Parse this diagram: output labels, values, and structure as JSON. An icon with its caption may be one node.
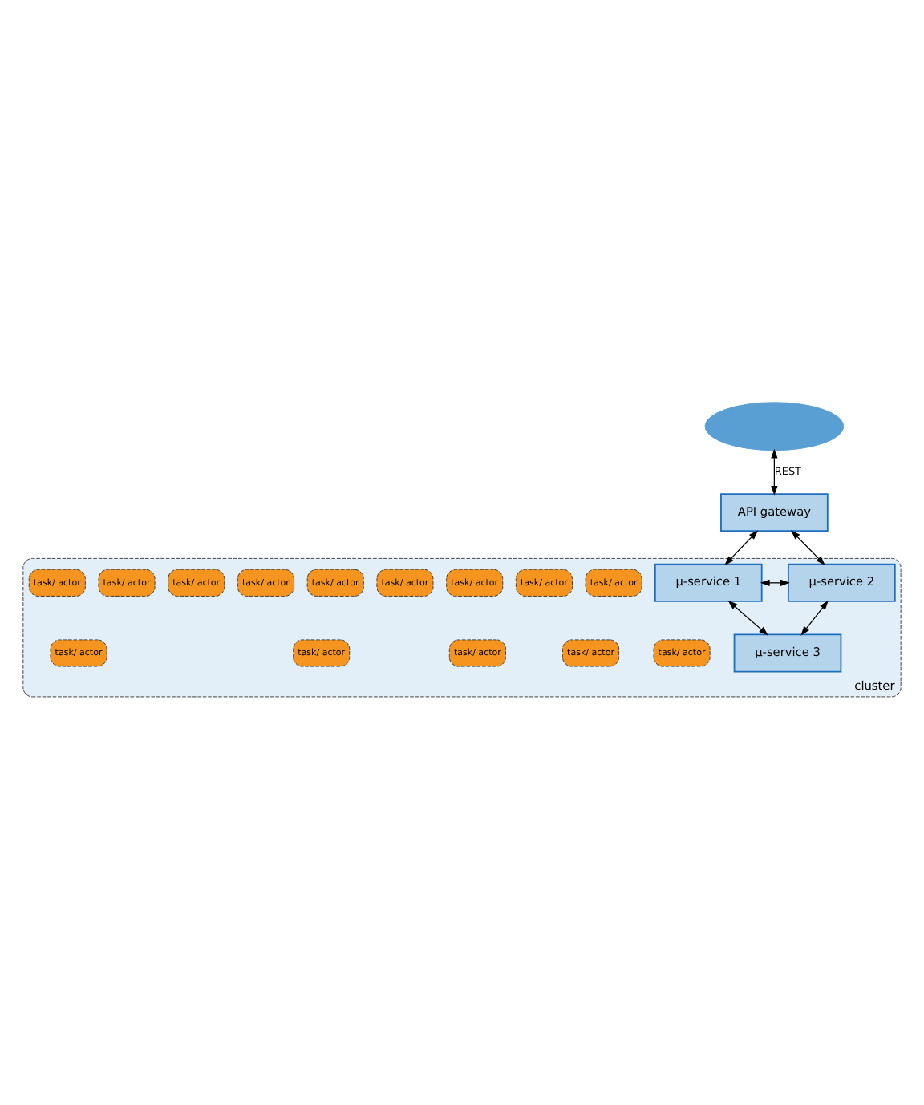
{
  "diagram": {
    "nodes": [
      {
        "text": [],
        "shape": "cloud"
      },
      {
        "text": [
          "API gateway"
        ]
      },
      {
        "text": [
          "cluster"
        ]
      },
      {
        "text": [
          "μ-service 1"
        ],
        "in": 2
      },
      {
        "text": [
          "μ-service 2"
        ],
        "in": 2
      },
      {
        "text": [
          "μ-service 3"
        ],
        "in": 2
      },
      {
        "text": [
          "task/ actor"
        ],
        "in": 2
      },
      {
        "text": [
          "task/ actor"
        ],
        "in": 2
      },
      {
        "text": [
          "task/ actor"
        ],
        "in": 2
      },
      {
        "text": [
          "task/ actor"
        ],
        "in": 2
      },
      {
        "text": [
          "task/ actor"
        ],
        "in": 2
      },
      {
        "text": [
          "task/ actor"
        ],
        "in": 2
      },
      {
        "text": [
          "task/ actor"
        ],
        "in": 2
      },
      {
        "text": [
          "task/ actor"
        ],
        "in": 2
      },
      {
        "text": [
          "task/ actor"
        ],
        "in": 2
      },
      {
        "text": [
          "task/ actor"
        ],
        "in": 2
      },
      {
        "text": [
          "task/ actor"
        ],
        "in": 2
      },
      {
        "text": [
          "task/ actor"
        ],
        "in": 2
      },
      {
        "text": [
          "task/ actor"
        ],
        "in": 2
      },
      {
        "text": [
          "task/ actor"
        ],
        "in": 2
      }
    ],
    "edges": [
      {
        "from": 0,
        "to": 1,
        "arrow": "both",
        "label": "REST"
      },
      {
        "from": 1,
        "to": 3,
        "arrow": "both"
      },
      {
        "from": 1,
        "to": 4,
        "arrow": "both"
      },
      {
        "from": 3,
        "to": 4,
        "arrow": "both"
      },
      {
        "from": 3,
        "to": 5,
        "arrow": "both"
      },
      {
        "from": 4,
        "to": 5,
        "arrow": "both"
      }
    ]
  }
}
